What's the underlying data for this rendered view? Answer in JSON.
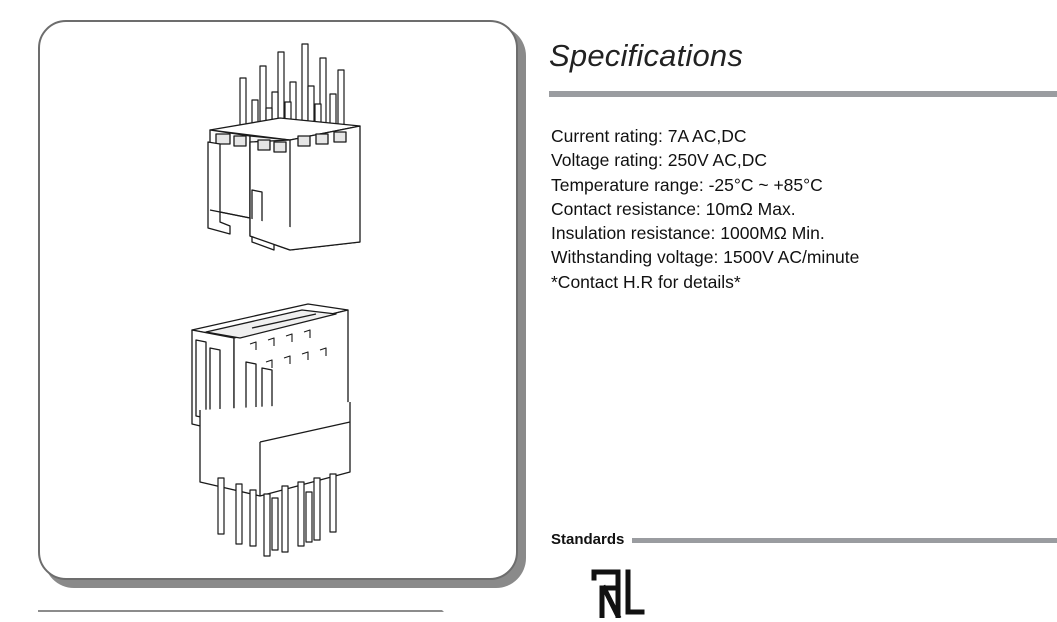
{
  "specs": {
    "title": "Specifications",
    "lines": [
      "Current rating: 7A AC,DC",
      "Voltage rating: 250V AC,DC",
      "Temperature range: -25°C ~ +85°C",
      "Contact resistance: 10mΩ Max.",
      "Insulation resistance: 1000MΩ Min.",
      "Withstanding voltage: 1500V AC/minute",
      "*Contact H.R for details*"
    ]
  },
  "standards": {
    "label": "Standards",
    "mark_icon": "ul-recognized-icon"
  },
  "colors": {
    "rule": "#9a9ca0",
    "panel_border": "#6d6d6d",
    "panel_shadow": "#8a8a8a",
    "text": "#111111"
  }
}
